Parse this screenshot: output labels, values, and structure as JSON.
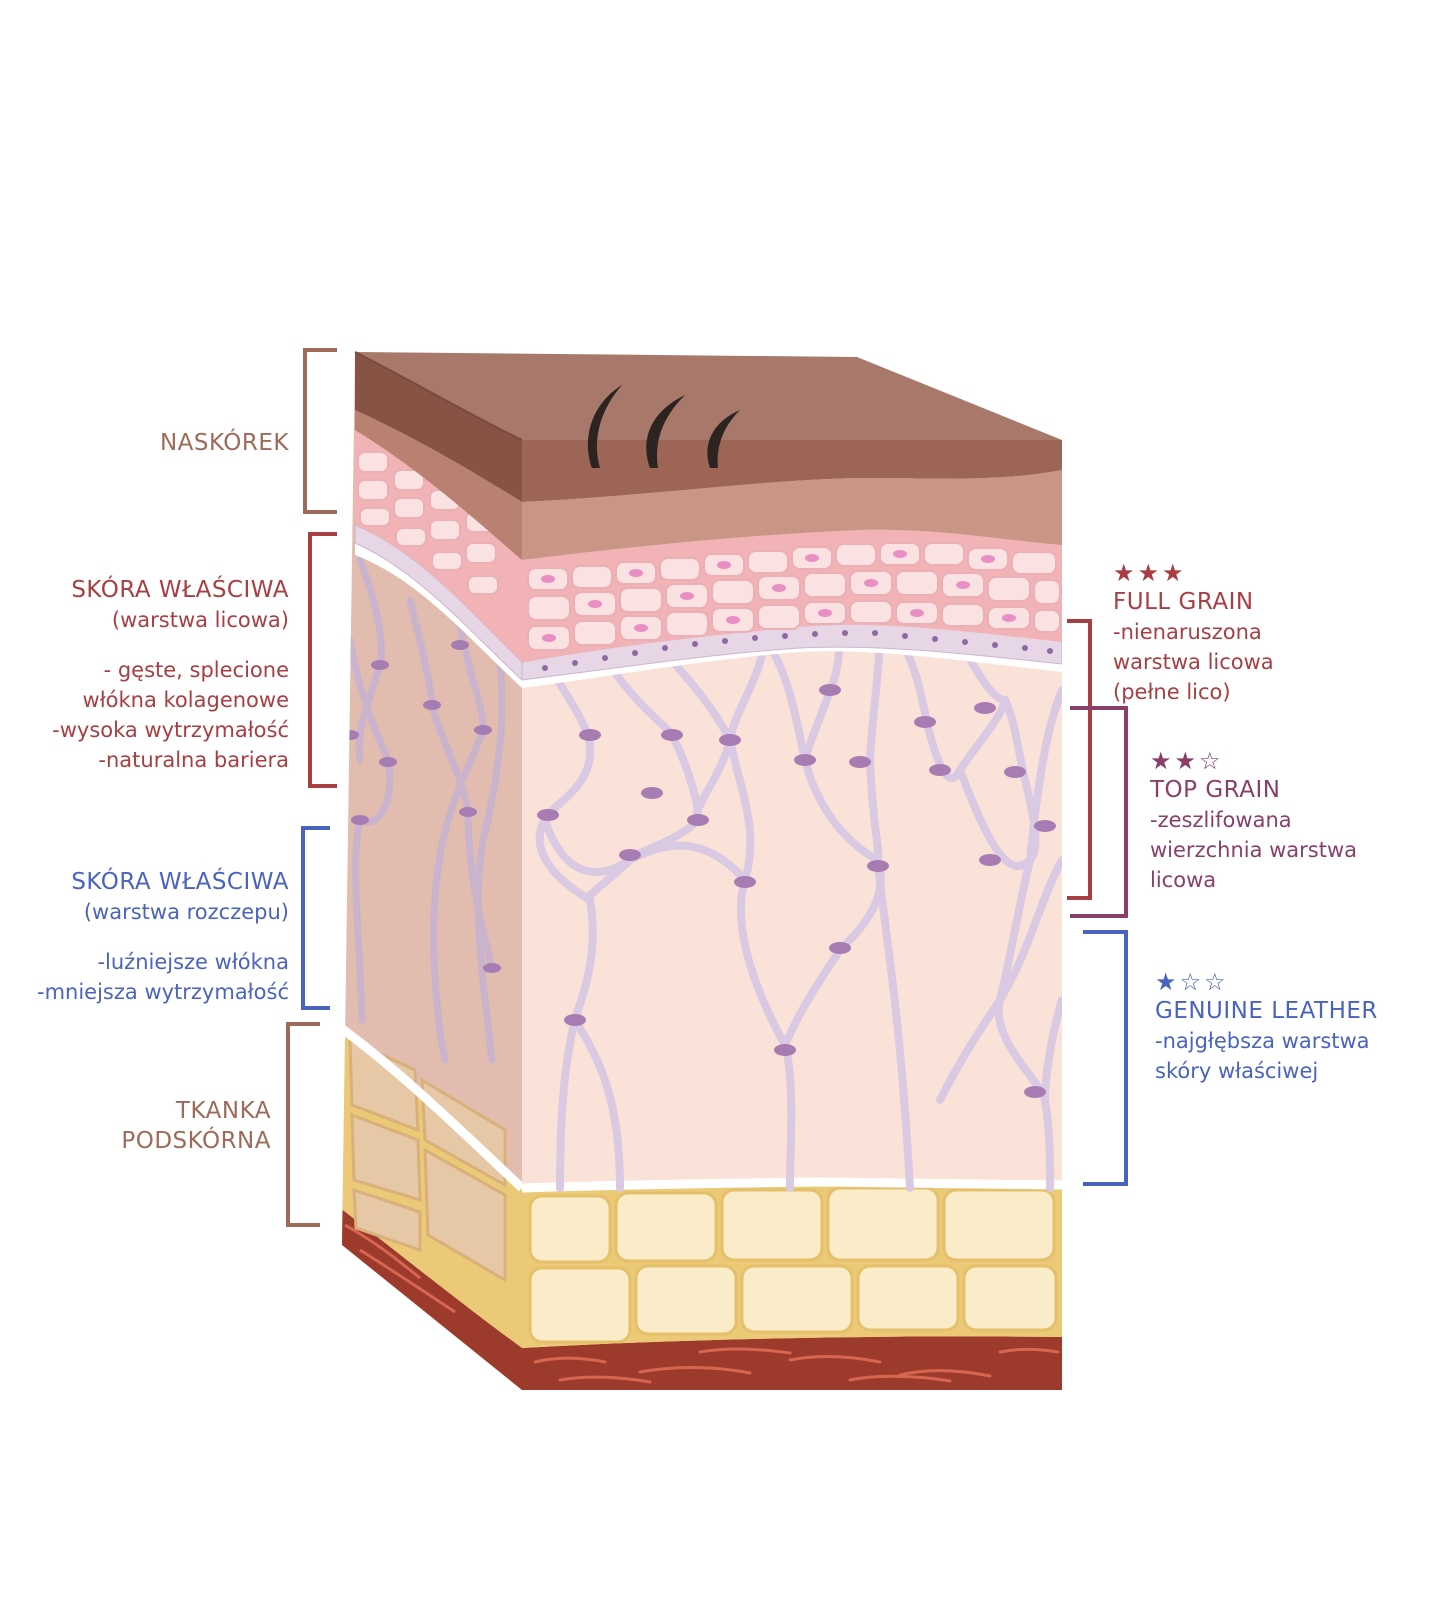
{
  "colors": {
    "epidermis": "#9e6a59",
    "grain": "#a83e42",
    "split": "#4a63bf",
    "hypodermis": "#9e6a59",
    "full_grain": "#a83e42",
    "top_grain": "#8a3f68",
    "genuine": "#4a63bf"
  },
  "left_labels": {
    "epidermis": {
      "title": "NASKÓREK"
    },
    "grain_layer": {
      "title": "SKÓRA WŁAŚCIWA",
      "subtitle": "(warstwa licowa)",
      "lines": [
        "- gęste, splecione",
        "włókna kolagenowe",
        "-wysoka wytrzymałość",
        "-naturalna bariera"
      ]
    },
    "split_layer": {
      "title": "SKÓRA WŁAŚCIWA",
      "subtitle": "(warstwa rozczepu)",
      "lines": [
        "-luźniejsze włókna",
        "-mniejsza wytrzymałość"
      ]
    },
    "hypodermis": {
      "title_lines": [
        "TKANKA",
        "PODSKÓRNA"
      ]
    }
  },
  "right_labels": {
    "full_grain": {
      "stars": "★★★",
      "rating": 3,
      "title": "FULL GRAIN",
      "lines": [
        "-nienaruszona",
        "warstwa licowa",
        "(pełne lico)"
      ]
    },
    "top_grain": {
      "stars": "★★☆",
      "rating": 2,
      "title": "TOP GRAIN",
      "lines": [
        "-zeszlifowana",
        "wierzchnia warstwa",
        "licowa"
      ]
    },
    "genuine_leather": {
      "stars": "★☆☆",
      "rating": 1,
      "title": "GENUINE LEATHER",
      "lines": [
        "-najgłębsza warstwa",
        "skóry właściwej"
      ]
    }
  }
}
